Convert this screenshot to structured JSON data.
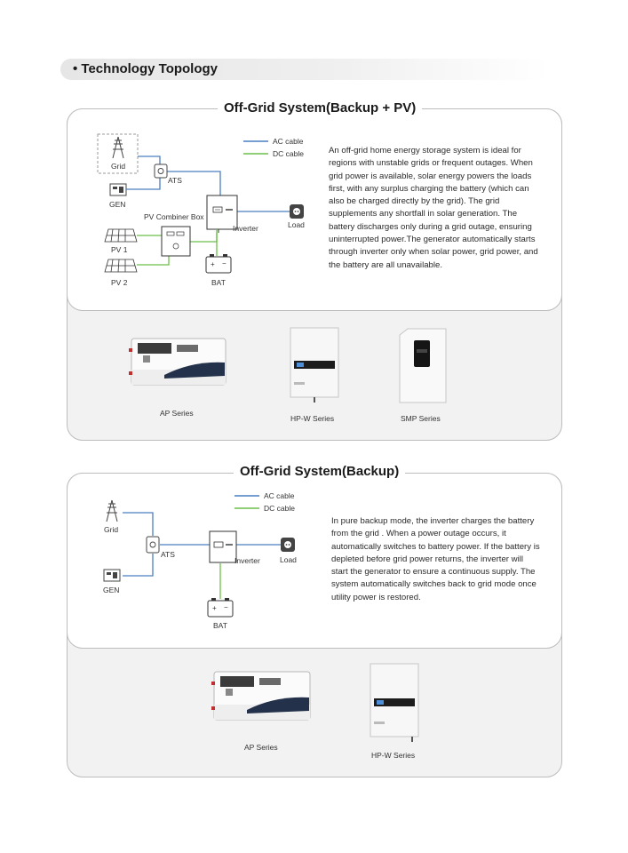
{
  "header": {
    "title": "• Technology Topology"
  },
  "section1": {
    "title": "Off-Grid System(Backup + PV)",
    "legend": {
      "ac": "AC cable",
      "dc": "DC cable"
    },
    "labels": {
      "grid": "Grid",
      "gen": "GEN",
      "ats": "ATS",
      "combiner": "PV Combiner Box",
      "pv1": "PV 1",
      "pv2": "PV 2",
      "inverter": "Inverter",
      "load": "Load",
      "bat": "BAT"
    },
    "description": "An off-grid home energy storage system is ideal for regions with unstable grids or frequent outages. When grid power is available, solar energy powers the loads first, with any surplus charging the battery (which can also be charged directly by the grid). The grid supplements any shortfall in solar generation. The battery discharges only during a grid outage, ensuring uninterrupted power.The generator automatically starts through inverter only when solar power, grid power, and the battery are all unavailable.",
    "products": [
      "AP Series",
      "HP-W Series",
      "SMP Series"
    ]
  },
  "section2": {
    "title": "Off-Grid System(Backup)",
    "legend": {
      "ac": "AC cable",
      "dc": "DC cable"
    },
    "labels": {
      "grid": "Grid",
      "gen": "GEN",
      "ats": "ATS",
      "inverter": "Inverter",
      "load": "Load",
      "bat": "BAT"
    },
    "description": "In pure backup mode, the inverter charges the battery from the grid . When a power outage occurs, it automatically switches to battery power. If the battery is depleted before grid power returns, the inverter will start the generator to ensure a continuous supply. The system automatically switches back to grid mode once utility power is restored.",
    "products": [
      "AP Series",
      "HP-W Series"
    ]
  },
  "colors": {
    "ac": "#4a7fc0",
    "dc": "#6cbf4a"
  }
}
